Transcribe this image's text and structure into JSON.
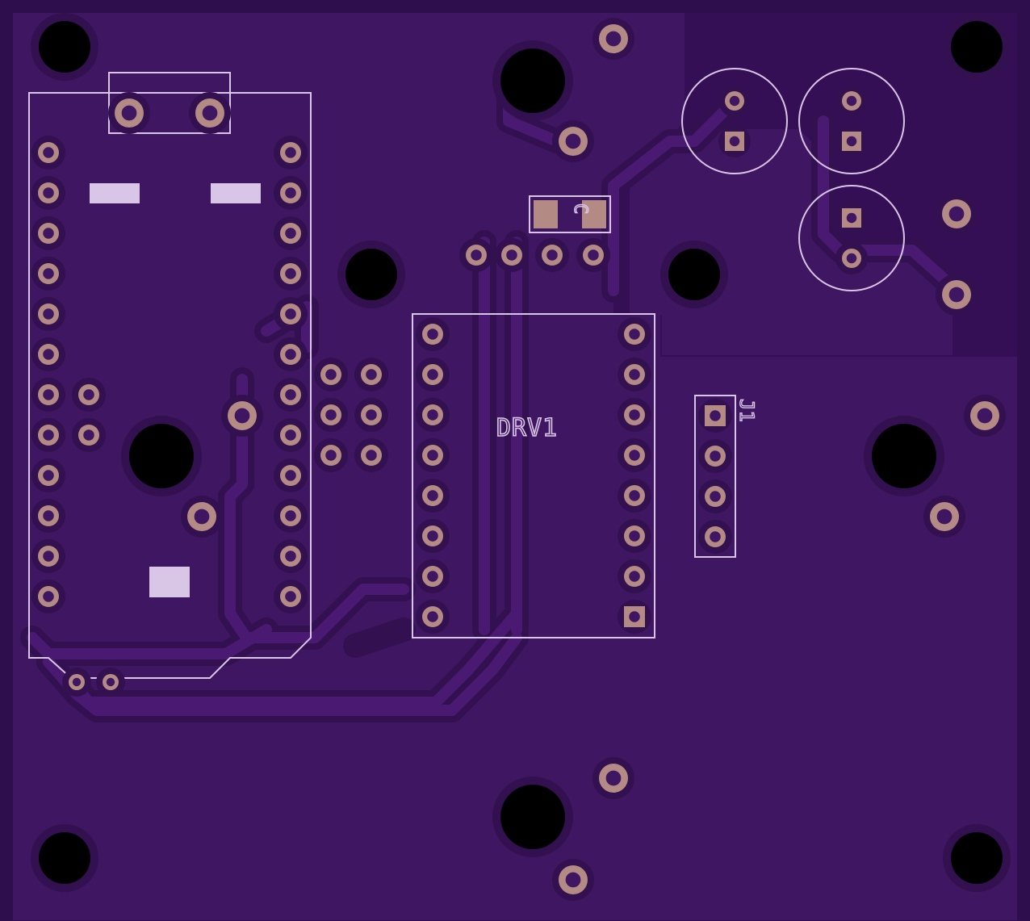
{
  "board": {
    "component_labels": {
      "driver": "DRV1",
      "connector": "J1",
      "cap_marker": "C"
    }
  },
  "colors": {
    "board_edge": "#2e0e4c",
    "copper_pour": "#3f1661",
    "trace": "#4a1a73",
    "trace_clearance": "#351054",
    "pad": "#b48a85",
    "silkscreen": "#d9c6e6",
    "hole": "#000000"
  }
}
